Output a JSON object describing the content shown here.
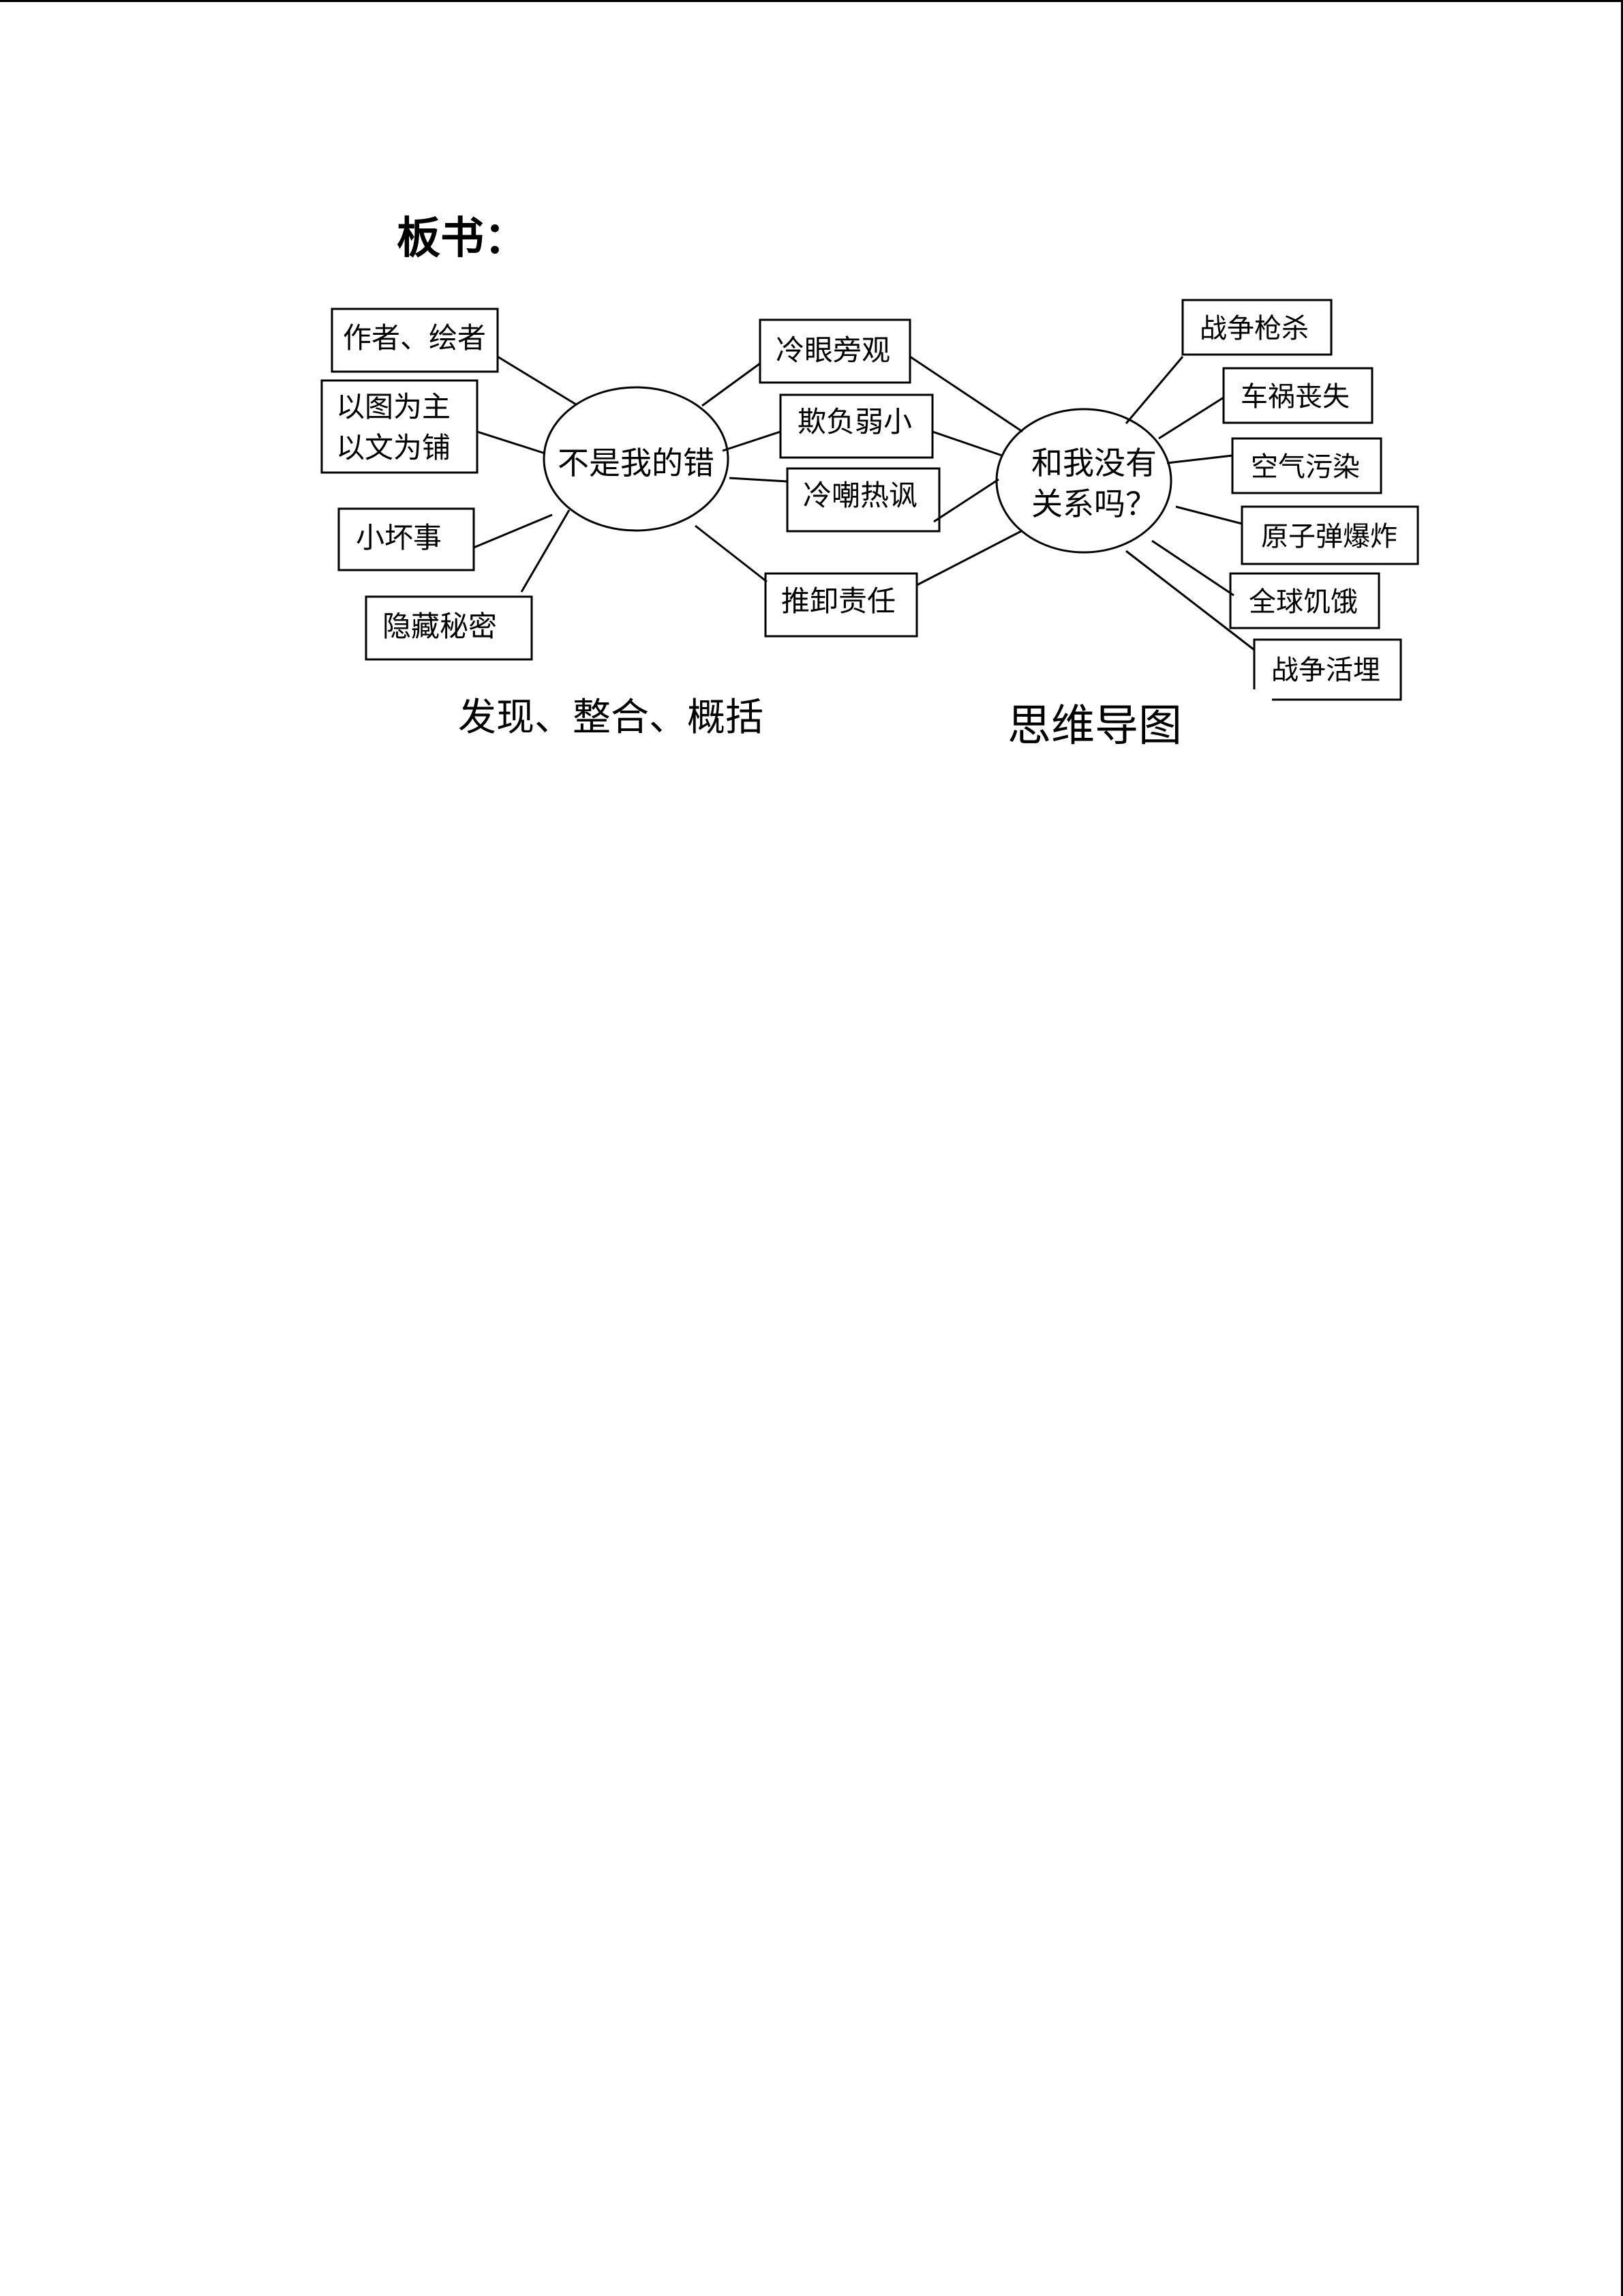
{
  "heading": "板书：",
  "mindmap": {
    "left_center": "不是我的错",
    "left_items": [
      "作者、绘者",
      "以图为主",
      "以文为铺",
      "小坏事",
      "隐藏秘密"
    ],
    "middle_items": [
      "冷眼旁观",
      "欺负弱小",
      "冷嘲热讽",
      "推卸责任"
    ],
    "right_center_line1": "和我没有",
    "right_center_line2": "关系吗？",
    "right_items": [
      "战争枪杀",
      "车祸丧失",
      "空气污染",
      "原子弹爆炸",
      "全球饥饿",
      "战争活埋"
    ]
  },
  "captions": {
    "left": "发现、整合、概括",
    "right": "思维导图"
  },
  "colors": {
    "ink": "#000000",
    "paper": "#ffffff"
  }
}
